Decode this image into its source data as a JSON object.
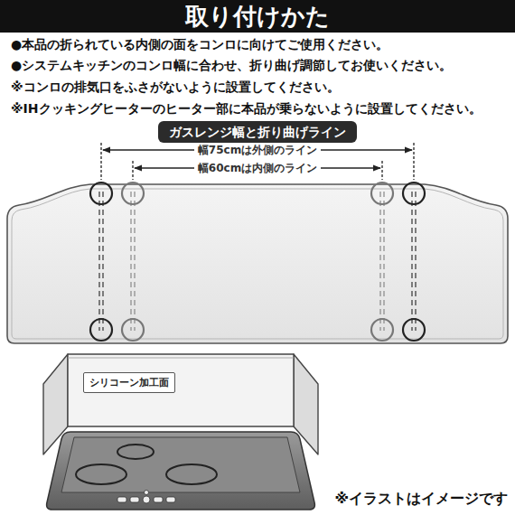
{
  "diagram": {
    "title": "取り付けかた",
    "caption": "※イラストはイメージです",
    "nodes": [
      {
        "text": [
          "ガスレンジ幅と折り曲げライン"
        ]
      },
      {
        "text": [
          "シリコーン加工面"
        ]
      }
    ],
    "labels": [
      "●本品の折られている内側の面をコンロに向けてご使用ください。",
      "●システムキッチンのコンロ幅に合わせ、折り曲げ調節してお使いください。",
      "※コンロの排気口をふさがないように設置してください。",
      "※IHクッキングヒーターのヒーター部に本品が乗らないように設置してください。",
      "幅75cmは外側のライン",
      "幅60cmは内側のライン"
    ]
  }
}
